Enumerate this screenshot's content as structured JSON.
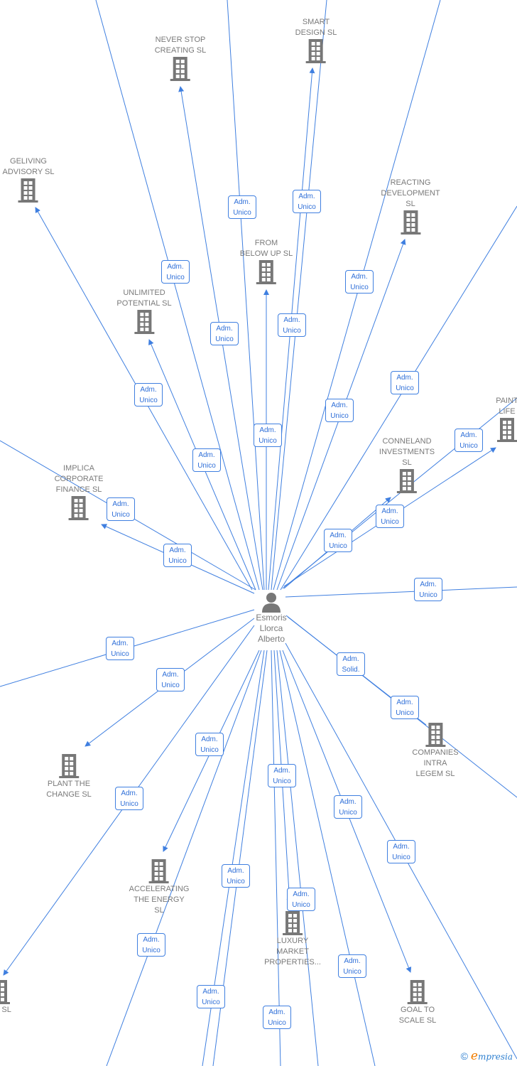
{
  "colors": {
    "edge": "#3f7fe0",
    "node_text": "#7a7a7a",
    "icon": "#777777",
    "brand_e": "#f07d00"
  },
  "center": {
    "name_lines": [
      "Esmoris",
      "Llorca",
      "Alberto"
    ],
    "icon": "person-icon"
  },
  "companies": [
    {
      "lines": [
        "NEVER STOP",
        "CREATING  SL"
      ]
    },
    {
      "lines": [
        "SMART",
        "DESIGN  SL"
      ]
    },
    {
      "lines": [
        "GELIVING",
        "ADVISORY  SL"
      ]
    },
    {
      "lines": [
        "REACTING",
        "DEVELOPMENT",
        "SL"
      ]
    },
    {
      "lines": [
        "FROM",
        "BELOW UP  SL"
      ]
    },
    {
      "lines": [
        "UNLIMITED",
        "POTENTIAL  SL"
      ]
    },
    {
      "lines": [
        "PAINT",
        "LIFE"
      ]
    },
    {
      "lines": [
        "CONNELAND",
        "INVESTMENTS",
        "SL"
      ]
    },
    {
      "lines": [
        "IMPLICA",
        "CORPORATE",
        "FINANCE  SL"
      ]
    },
    {
      "lines": [
        "COMPANIES",
        "INTRA",
        "LEGEM SL"
      ]
    },
    {
      "lines": [
        "PLANT THE",
        "CHANGE  SL"
      ]
    },
    {
      "lines": [
        "ACCELERATING",
        "THE ENERGY",
        "SL"
      ]
    },
    {
      "lines": [
        "LUXURY",
        "MARKET",
        "PROPERTIES..."
      ]
    },
    {
      "lines": [
        "GOAL TO",
        "SCALE  SL"
      ]
    },
    {
      "lines": [
        "ER  SL"
      ]
    }
  ],
  "edge_labels": [
    [
      "Adm.",
      "Unico"
    ],
    [
      "Adm.",
      "Unico"
    ],
    [
      "Adm.",
      "Unico"
    ],
    [
      "Adm.",
      "Unico"
    ],
    [
      "Adm.",
      "Unico"
    ],
    [
      "Adm.",
      "Unico"
    ],
    [
      "Adm.",
      "Unico"
    ],
    [
      "Adm.",
      "Unico"
    ],
    [
      "Adm.",
      "Unico"
    ],
    [
      "Adm.",
      "Unico"
    ],
    [
      "Adm.",
      "Unico"
    ],
    [
      "Adm.",
      "Unico"
    ],
    [
      "Adm.",
      "Unico"
    ],
    [
      "Adm.",
      "Unico"
    ],
    [
      "Adm.",
      "Unico"
    ],
    [
      "Adm.",
      "Unico"
    ],
    [
      "Adm.",
      "Unico"
    ],
    [
      "Adm.",
      "Unico"
    ],
    [
      "Adm.",
      "Unico"
    ],
    [
      "Adm.",
      "Unico"
    ],
    [
      "Adm.",
      "Unico"
    ],
    [
      "Adm.",
      "Unico"
    ],
    [
      "Adm.",
      "Unico"
    ],
    [
      "Adm.",
      "Unico"
    ],
    [
      "Adm.",
      "Unico"
    ],
    [
      "Adm.",
      "Unico"
    ],
    [
      "Adm.",
      "Unico"
    ],
    [
      "Adm.",
      "Unico"
    ],
    [
      "Adm.",
      "Unico"
    ],
    [
      "Adm.",
      "Unico"
    ],
    [
      "Adm.",
      "Solid."
    ],
    [
      "Adm.",
      "Unico"
    ]
  ],
  "brand": {
    "copyright": "©",
    "e": "e",
    "rest": "mpresia"
  }
}
